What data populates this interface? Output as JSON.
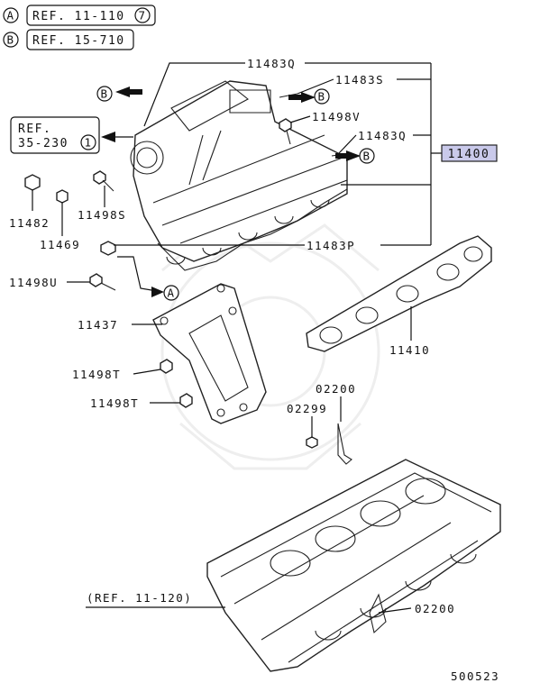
{
  "ref_legend": [
    {
      "circle": "A",
      "ref": "REF. 11-110",
      "num": "7"
    },
    {
      "circle": "B",
      "ref": "REF. 15-710"
    }
  ],
  "callouts": {
    "assembly": "11400",
    "ref_35": {
      "line1": "REF.",
      "line2": "35-230",
      "num": "1"
    },
    "ref_11_120": "(REF. 11-120)",
    "b_marker": "B",
    "a_marker": "A"
  },
  "parts": {
    "p11483Q_top": "11483Q",
    "p11483S": "11483S",
    "p11498V": "11498V",
    "p11483Q_right": "11483Q",
    "p11482": "11482",
    "p11498S": "11498S",
    "p11469": "11469",
    "p11483P": "11483P",
    "p11498U": "11498U",
    "p11437": "11437",
    "p11410": "11410",
    "p02200_top": "02200",
    "p02299": "02299",
    "p11498T_a": "11498T",
    "p11498T_b": "11498T",
    "p02200_bottom": "02200"
  },
  "diagram_number": "500523",
  "colors": {
    "highlight": "#c9c9ea",
    "ink": "#111111"
  }
}
